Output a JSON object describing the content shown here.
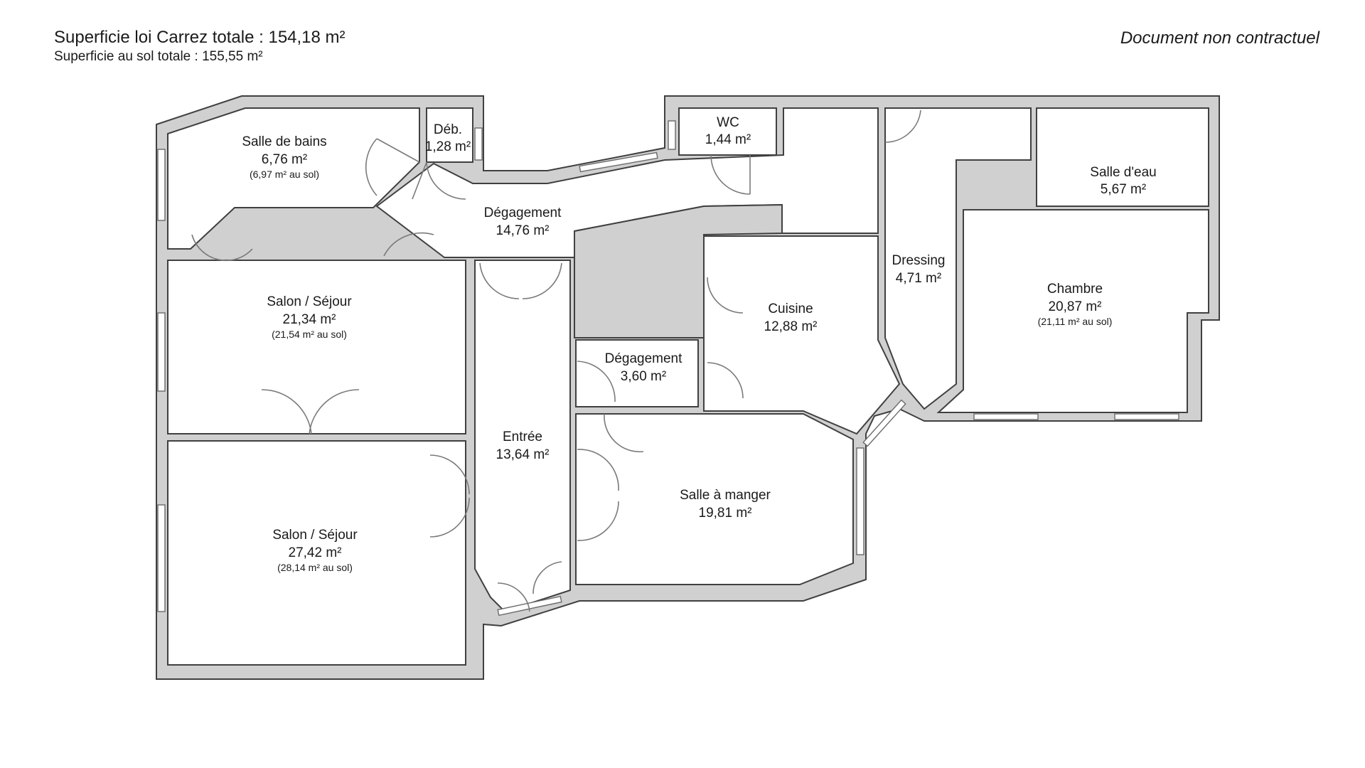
{
  "header": {
    "carrez_total": "Superficie loi Carrez totale :  154,18 m²",
    "floor_total": "Superficie au sol totale :  155,55 m²",
    "disclaimer": "Document non contractuel"
  },
  "rooms": [
    {
      "name": "Salle de bains",
      "area": "6,76 m²",
      "note": "(6,97 m² au sol)"
    },
    {
      "name": "Déb.",
      "area": "1,28 m²"
    },
    {
      "name": "WC",
      "area": "1,44 m²"
    },
    {
      "name": "Salle d'eau",
      "area": "5,67 m²"
    },
    {
      "name": "Dégagement",
      "area": "14,76 m²"
    },
    {
      "name": "Dressing",
      "area": "4,71 m²"
    },
    {
      "name": "Chambre",
      "area": "20,87 m²",
      "note": "(21,11 m² au sol)"
    },
    {
      "name": "Salon / Séjour",
      "area": "21,34 m²",
      "note": "(21,54 m² au sol)"
    },
    {
      "name": "Cuisine",
      "area": "12,88 m²"
    },
    {
      "name": "Dégagement",
      "area": "3,60 m²"
    },
    {
      "name": "Entrée",
      "area": "13,64 m²"
    },
    {
      "name": "Salle à manger",
      "area": "19,81 m²"
    },
    {
      "name": "Salon / Séjour",
      "area": "27,42 m²",
      "note": "(28,14 m² au sol)"
    }
  ],
  "colors": {
    "wall": "#d0d0d0",
    "line": "#404040",
    "floor": "#ffffff"
  }
}
